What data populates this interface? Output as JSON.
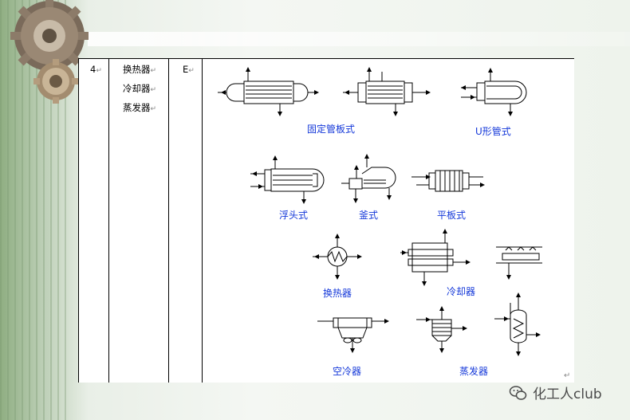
{
  "table": {
    "number": "4",
    "names": [
      "换热器",
      "冷却器",
      "蒸发器"
    ],
    "code": "E",
    "return_mark": "↵"
  },
  "labels": {
    "fixed_tube": "固定管板式",
    "u_tube": "U形管式",
    "floating_head": "浮头式",
    "kettle": "釜式",
    "plate": "平板式",
    "heat_exchanger": "换热器",
    "cooler": "冷却器",
    "air_cooler": "空冷器",
    "evaporator": "蒸发器"
  },
  "watermark": {
    "text": "化工人club"
  },
  "colors": {
    "label": "#1438d9",
    "line": "#000000"
  }
}
